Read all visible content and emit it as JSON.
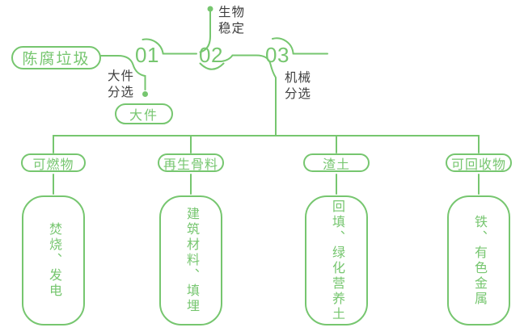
{
  "colors": {
    "line_green": "#76c66f",
    "note_dark": "#3e3e3e",
    "background": "#ffffff"
  },
  "root": {
    "label": "陈腐垃圾"
  },
  "top_flow": {
    "steps": [
      {
        "number": "01",
        "note_line1": "大件",
        "note_line2": "分选",
        "output_label": "大件"
      },
      {
        "number": "02",
        "note_line1": "生物",
        "note_line2": "稳定"
      },
      {
        "number": "03",
        "note_line1": "机械",
        "note_line2": "分选"
      }
    ]
  },
  "branches": [
    {
      "category": "可燃物",
      "result": "焚烧、发电"
    },
    {
      "category": "再生骨料",
      "result": "建筑材料、填埋"
    },
    {
      "category": "渣土",
      "result": "回填、绿化营养土"
    },
    {
      "category": "可回收物",
      "result": "铁、有色金属"
    }
  ]
}
